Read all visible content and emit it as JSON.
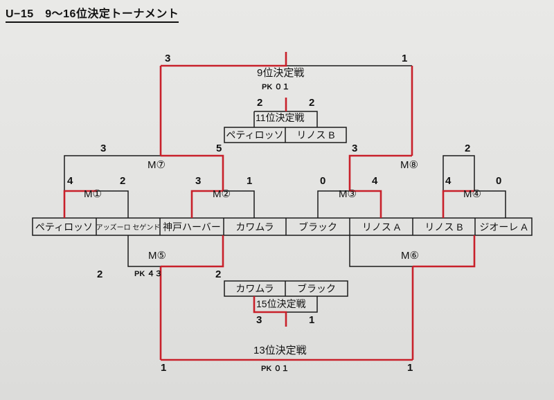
{
  "title": "U−15　9〜16位決定トーナメント",
  "colors": {
    "win": "#c8202a",
    "line": "#1a1a1a",
    "paper": "#e6e6e4"
  },
  "first_round": [
    {
      "id": "m1",
      "label": "M①",
      "home": "ペティロッソ",
      "away": "アッズーロ セゲンド",
      "home_score": "4",
      "away_score": "2",
      "winner": "home"
    },
    {
      "id": "m2",
      "label": "M②",
      "home": "神戸ハーバー",
      "away": "カワムラ",
      "home_score": "3",
      "away_score": "1",
      "winner": "home"
    },
    {
      "id": "m3",
      "label": "M③",
      "home": "ブラック",
      "away": "リノス A",
      "home_score": "0",
      "away_score": "4",
      "winner": "away"
    },
    {
      "id": "m4",
      "label": "M④",
      "home": "リノス B",
      "away": "ジオーレ A",
      "home_score": "4",
      "away_score": "0",
      "winner": "home"
    }
  ],
  "winners_round": [
    {
      "id": "m7",
      "label": "M⑦",
      "left_score": "3",
      "right_score": "5"
    },
    {
      "id": "m8",
      "label": "M⑧",
      "left_score": "3",
      "right_score": "2"
    }
  ],
  "losers_round": [
    {
      "id": "m5",
      "label": "M⑤",
      "left_score": "2",
      "right_score": "2",
      "pk": "PK ４３"
    },
    {
      "id": "m6",
      "label": "M⑥"
    }
  ],
  "final_9th": {
    "label": "9位決定戦",
    "left_score": "3",
    "right_score": "1",
    "pk": "PK ０１"
  },
  "final_11th": {
    "label": "11位決定戦",
    "left_team": "ペティロッソ",
    "right_team": "リノス B",
    "left_score": "2",
    "right_score": "2"
  },
  "final_13th": {
    "label": "13位決定戦",
    "left_score": "1",
    "right_score": "1",
    "pk": "PK ０１"
  },
  "final_15th": {
    "label": "15位決定戦",
    "left_team": "カワムラ",
    "right_team": "ブラック",
    "left_score": "3",
    "right_score": "1"
  }
}
